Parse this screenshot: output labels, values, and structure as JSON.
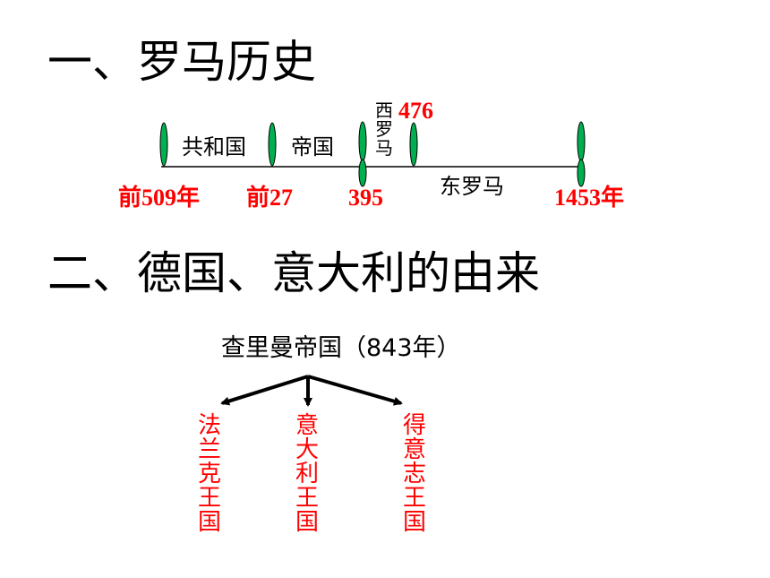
{
  "section1": {
    "title": "一、罗马历史"
  },
  "timeline": {
    "period_labels": {
      "republic": "共和国",
      "empire": "帝国",
      "west_rome": "西罗马",
      "east_rome": "东罗马"
    },
    "dates": {
      "d1": "前509年",
      "d2": "前27",
      "d3": "395",
      "d4": "476",
      "d5": "1453年"
    }
  },
  "section2": {
    "title": "二、德国、意大利的由来"
  },
  "tree": {
    "root": "查里曼帝国（843年）",
    "children": [
      "法兰克王国",
      "意大利王国",
      "得意志王国"
    ]
  },
  "colors": {
    "marker": "#00b050",
    "accent": "#ff0000"
  }
}
